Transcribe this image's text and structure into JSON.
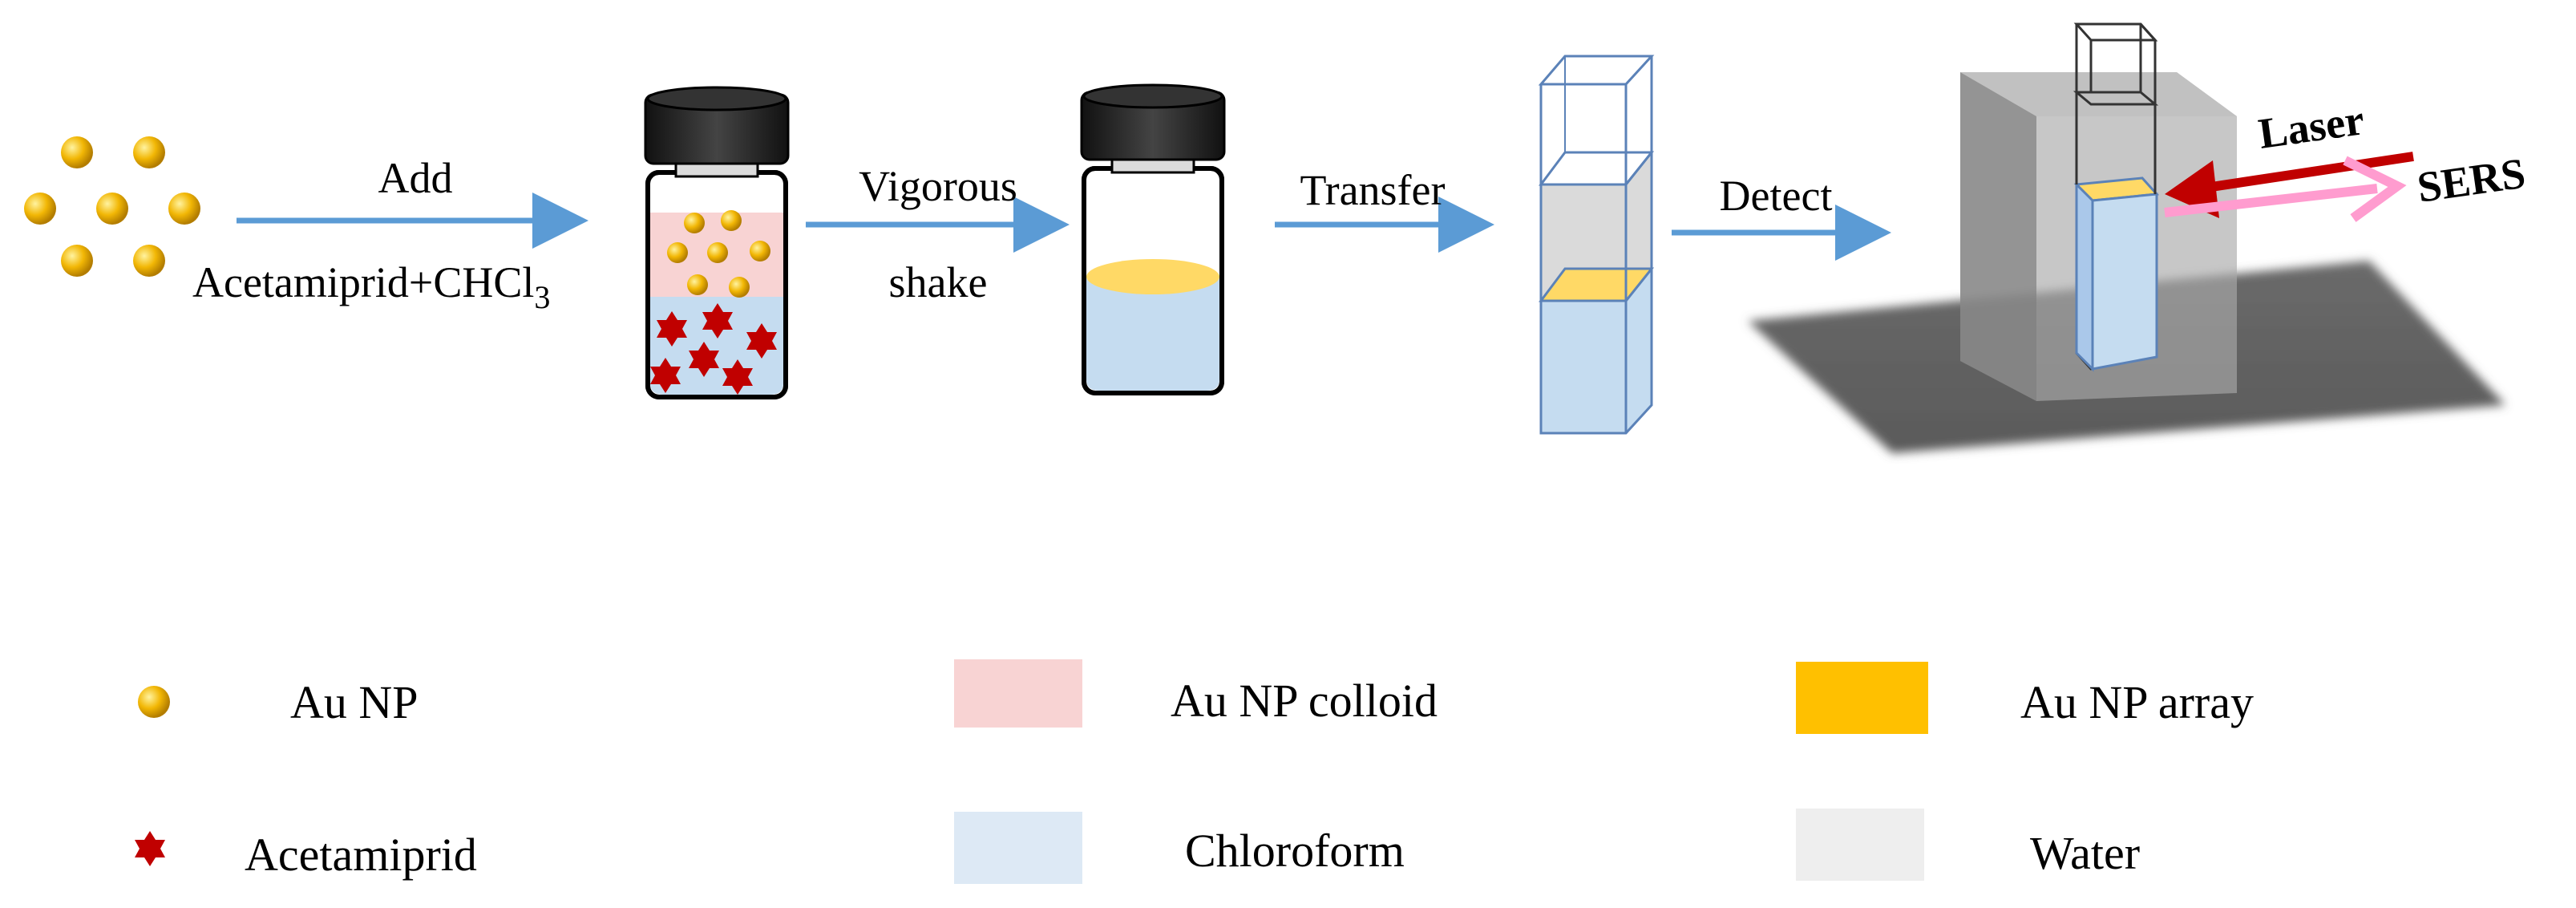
{
  "steps": {
    "add_top": "Add",
    "add_bottom": "Acetamiprid+CHCl",
    "add_subscript": "3",
    "shake_top": "Vigorous",
    "shake_bottom": "shake",
    "transfer": "Transfer",
    "detect": "Detect"
  },
  "setup": {
    "laser": "Laser",
    "sers": "SERS"
  },
  "legend": {
    "au_np": "Au NP",
    "acetamiprid": "Acetamiprid",
    "colloid": "Au NP colloid",
    "chloroform": "Chloroform",
    "array": "Au NP array",
    "water": "Water"
  },
  "colors": {
    "arrow": "#5b9bd5",
    "gold": "#f2b705",
    "star": "#c00000",
    "colloid": "#f8d3d3",
    "chloroform": "#c5dcf0",
    "array": "#ffc000",
    "water": "#eeeeee",
    "laser": "#c00000",
    "sers": "#ff9ccf"
  }
}
